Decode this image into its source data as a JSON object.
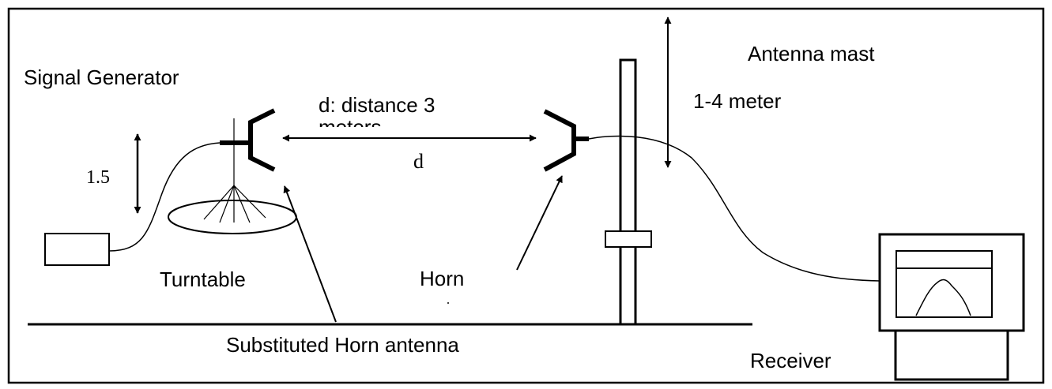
{
  "labels": {
    "signal_generator": "Signal Generator",
    "height_value": "1.5",
    "distance_text": "d: distance 3",
    "distance_text_cut": "meters",
    "distance_symbol": "d",
    "antenna_mast": "Antenna mast",
    "mast_range": "1-4 meter",
    "turntable": "Turntable",
    "horn": "Horn",
    "substituted_horn": "Substituted Horn antenna",
    "receiver": "Receiver"
  },
  "colors": {
    "ink": "#000000",
    "paper": "#ffffff"
  }
}
